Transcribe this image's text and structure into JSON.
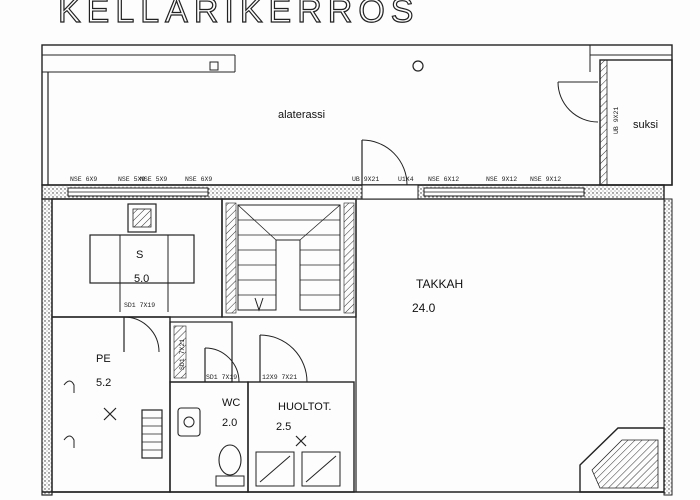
{
  "title": "KELLARIKERROS",
  "rooms": {
    "terrace": {
      "name": "alaterassi"
    },
    "storage_side": {
      "name": "suksi"
    },
    "sauna": {
      "code": "S",
      "area": "5.0"
    },
    "fireplace": {
      "code": "TAKKAH",
      "area": "24.0"
    },
    "washroom": {
      "code": "PE",
      "area": "5.2"
    },
    "wc": {
      "code": "WC",
      "area": "2.0"
    },
    "utility": {
      "code": "HUOLTOT.",
      "area": "2.5"
    }
  },
  "window_codes": [
    "NSE 6X9",
    "NSE 5X9",
    "NSE 5X9",
    "NSE 6X9",
    "UB 9X21",
    "U1X4",
    "NSE 6X12",
    "NSE 9X12",
    "NSE 9X12"
  ],
  "door_codes": {
    "sauna_door": "SD1 7X19",
    "wc_door": "SD1 7X19",
    "utility_door": "12X9 7X21",
    "washroom_door": "SD1 7X21",
    "side_door": "UB 9X21"
  }
}
